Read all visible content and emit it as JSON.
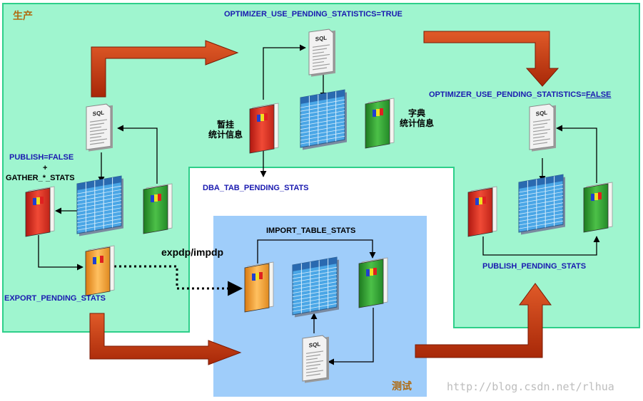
{
  "regions": {
    "production_label": "生产",
    "test_label": "测试"
  },
  "top_setting_true": "OPTIMIZER_USE_PENDING_STATISTICS=TRUE",
  "right_setting_prefix": "OPTIMIZER_USE_PENDING_STATISTICS=",
  "right_setting_value": "FALSE",
  "publish_false": "PUBLISH=FALSE",
  "plus": "+",
  "gather_stats": "GATHER_*_STATS",
  "export_pending": "EXPORT_PENDING_STATS",
  "dba_tab_pending": "DBA_TAB_PENDING_STATS",
  "import_table_stats": "IMPORT_TABLE_STATS",
  "expdp_impdp": "expdp/impdp",
  "publish_pending": "PUBLISH_PENDING_STATS",
  "pending_stats_line1": "暂挂",
  "pending_stats_line2": "统计信息",
  "dict_stats_line1": "字典",
  "dict_stats_line2": "统计信息",
  "sql_doc_label": "SQL",
  "watermark": "http://blog.csdn.net/rlhua",
  "colors": {
    "production_bg": "#9ff5cf",
    "production_border": "#2ecf8a",
    "test_bg": "#9fcdfa",
    "big_arrow": "#c83c12",
    "setting_text": "#1a1ab0",
    "book_red": "#e8382a",
    "book_green": "#3ea83a",
    "book_orange": "#f5a83a",
    "table_blue": "#4aa6e6"
  }
}
